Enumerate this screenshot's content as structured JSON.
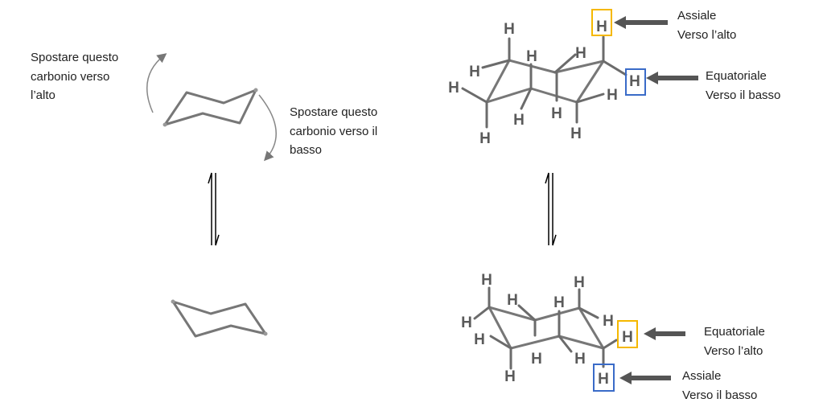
{
  "left": {
    "move_up_lines": [
      "Spostare questo",
      "carbonio verso",
      "l’alto"
    ],
    "move_down_lines": [
      "Spostare questo",
      "carbonio verso il",
      "basso"
    ]
  },
  "right_top": {
    "atom_symbol": "H",
    "axial_label": [
      "Assiale",
      "Verso l’alto"
    ],
    "equatorial_label": [
      "Equatoriale",
      "Verso il basso"
    ]
  },
  "right_bottom": {
    "atom_symbol": "H",
    "equatorial_label": [
      "Equatoriale",
      "Verso l’alto"
    ],
    "axial_label": [
      "Assiale",
      "Verso il basso"
    ]
  },
  "colors": {
    "axial_box_top": "#f5b800",
    "equatorial_box_top": "#3a6bc8",
    "arrow": "#555555",
    "bond": "#6b6b6b"
  }
}
